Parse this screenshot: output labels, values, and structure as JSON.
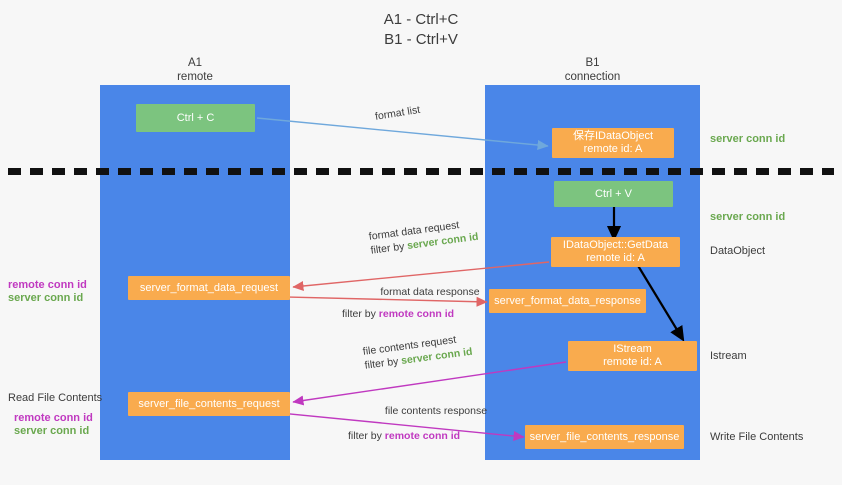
{
  "title": {
    "line1": "A1 - Ctrl+C",
    "line2": "B1 - Ctrl+V"
  },
  "colors": {
    "lane": "#4a86e8",
    "green_node": "#7cc47f",
    "orange_node": "#f9ab4e",
    "server_conn_id": "#6aa84f",
    "remote_conn_id": "#c039c0",
    "arrow_blue": "#6fa8dc",
    "arrow_red": "#e06666",
    "arrow_magenta": "#c039c0",
    "arrow_black": "#000000",
    "background": "#f7f7f7"
  },
  "lanes": [
    {
      "name": "A1",
      "subtitle": "remote"
    },
    {
      "name": "B1",
      "subtitle": "connection"
    }
  ],
  "nodes": {
    "ctrl_c": {
      "line1": "Ctrl + C",
      "line2": ""
    },
    "save_idataobject": {
      "line1": "保存IDataObject",
      "line2": "remote id: A"
    },
    "ctrl_v": {
      "line1": "Ctrl + V",
      "line2": ""
    },
    "getdata": {
      "line1": "IDataObject::GetData",
      "line2": "remote id: A"
    },
    "server_format_data_request": {
      "line1": "server_format_data_request",
      "line2": ""
    },
    "server_format_data_response": {
      "line1": "server_format_data_response",
      "line2": ""
    },
    "istream": {
      "line1": "IStream",
      "line2": "remote id: A"
    },
    "server_file_contents_request": {
      "line1": "server_file_contents_request",
      "line2": ""
    },
    "server_file_contents_response": {
      "line1": "server_file_contents_response",
      "line2": ""
    }
  },
  "right_labels": {
    "server_conn_id_top": "server conn id",
    "server_conn_id_mid": "server conn id",
    "dataobject": "DataObject",
    "istream": "Istream",
    "write_file_contents": "Write File Contents"
  },
  "left_labels": {
    "remote_conn_id_mid": "remote conn id",
    "server_conn_id_mid": "server conn id",
    "read_file_contents": "Read File Contents",
    "remote_conn_id_low": "remote conn id",
    "server_conn_id_low": "server conn id"
  },
  "edge_labels": {
    "format_list": "format list",
    "format_data_request": "format data request",
    "format_data_request_filter_prefix": "filter by ",
    "format_data_request_filter_value": "server conn id",
    "format_data_response": "format data response",
    "format_data_response_filter_prefix": "filter by ",
    "format_data_response_filter_value": "remote conn id",
    "file_contents_request": "file contents request",
    "file_contents_request_filter_prefix": "filter by ",
    "file_contents_request_filter_value": "server conn id",
    "file_contents_response": "file contents response",
    "file_contents_response_filter_prefix": "filter by ",
    "file_contents_response_filter_value": "remote conn id"
  }
}
